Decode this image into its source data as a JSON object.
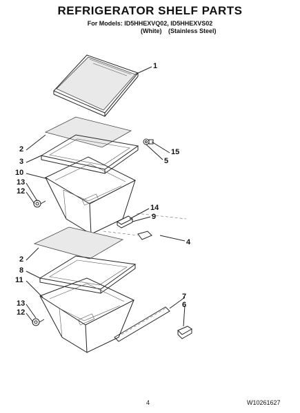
{
  "header": {
    "title": "REFRIGERATOR SHELF PARTS",
    "models": "For Models: ID5HHEXVQ02, ID5HHEXVS02",
    "variant_white": "(White)",
    "variant_stainless": "(Stainless Steel)"
  },
  "part_numbers": [
    "1",
    "2",
    "3",
    "10",
    "13",
    "12",
    "15",
    "5",
    "14",
    "9",
    "4",
    "2",
    "8",
    "11",
    "13",
    "12",
    "7",
    "6"
  ],
  "footer": {
    "page_number": "4",
    "document_number": "W10261627"
  }
}
